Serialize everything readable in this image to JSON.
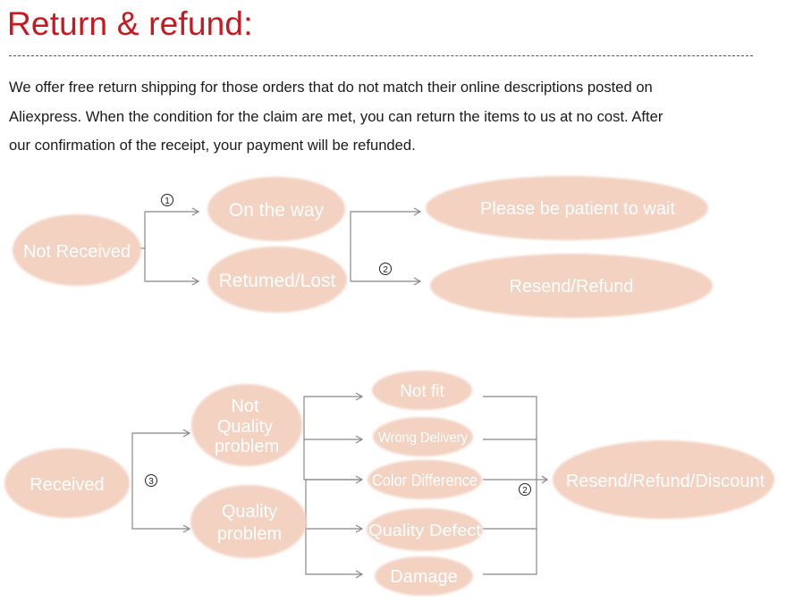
{
  "heading": "Return & refund:",
  "intro_lines": [
    "We offer free return shipping for  those orders that do not  match their online descriptions  posted on",
    "Aliexpress. When the condition for the claim are met, you can return the items to us at no cost. After",
    "our confirmation of the receipt, your payment will be refunded."
  ],
  "colors": {
    "heading": "#c8171e",
    "bubble": "#f3d2c2",
    "bubble_text": "#ffffff",
    "connector": "#888888"
  },
  "flow_not_received": {
    "start": "Not Received",
    "step_marker_1": "①",
    "step_marker_2": "②",
    "branches": [
      "On the way",
      "Retumed/Lost"
    ],
    "outcomes": [
      "Please be patient to wait",
      "Resend/Refund"
    ]
  },
  "flow_received": {
    "start": "Received",
    "step_marker_3": "③",
    "step_marker_2": "②",
    "not_quality": [
      "Not",
      "Quality",
      "problem"
    ],
    "quality": [
      "Quality",
      "problem"
    ],
    "reasons": [
      "Not fit",
      "Wrong Delivery",
      "Color Difference",
      "Quality Defect",
      "Damage"
    ],
    "outcome": "Resend/Refund/Discount"
  }
}
